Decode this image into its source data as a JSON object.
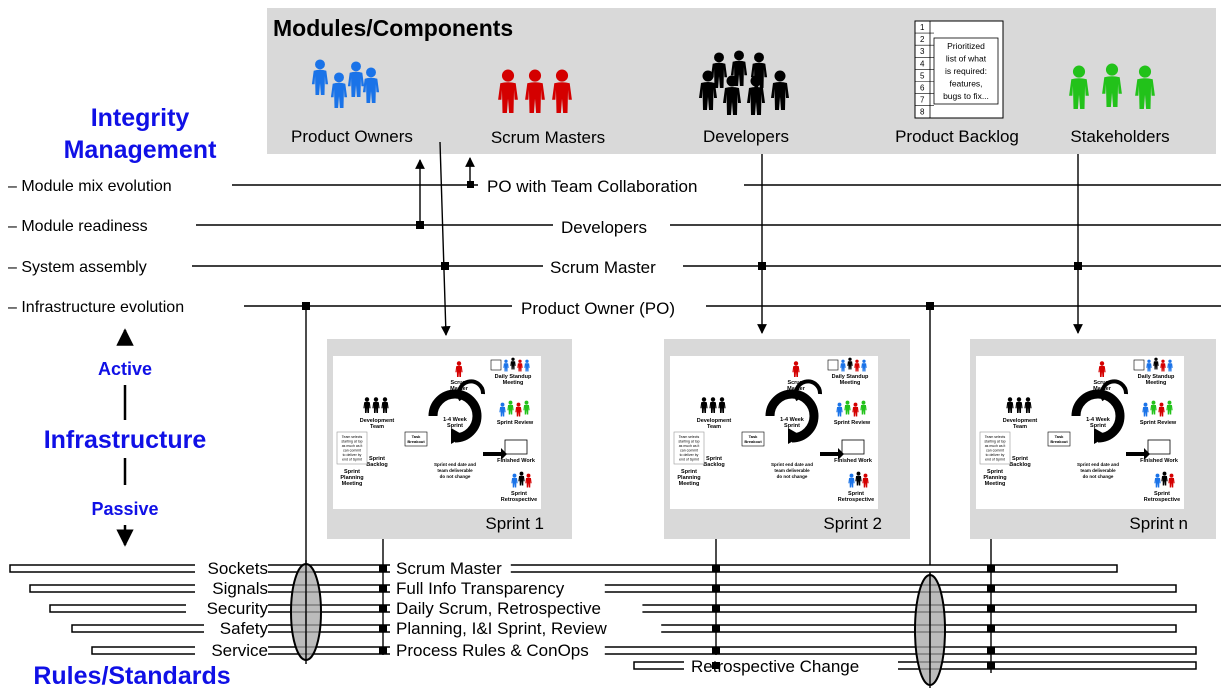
{
  "top_box": {
    "title": "Modules/Components",
    "roles": [
      {
        "label": "Product Owners",
        "color": "#1a73e8"
      },
      {
        "label": "Scrum Masters",
        "color": "#d40000"
      },
      {
        "label": "Developers",
        "color": "#000000"
      },
      {
        "label": "Product Backlog",
        "color": "#000000"
      },
      {
        "label": "Stakeholders",
        "color": "#22c21a"
      }
    ],
    "backlog_rows": [
      "1",
      "2",
      "3",
      "4",
      "5",
      "6",
      "7",
      "8"
    ],
    "backlog_note": [
      "Prioritized",
      "list of what",
      "is required:",
      "features,",
      "bugs to fix..."
    ]
  },
  "integrity": {
    "title_line1": "Integrity",
    "title_line2": "Management",
    "items": [
      "– Module mix evolution",
      "– Module readiness",
      "– System assembly",
      "– Infrastructure evolution"
    ],
    "line_labels": [
      "PO with Team Collaboration",
      "Developers",
      "Scrum Master",
      "Product Owner (PO)"
    ]
  },
  "infrastructure": {
    "active": "Active",
    "title": "Infrastructure",
    "passive": "Passive"
  },
  "sprints": [
    {
      "label": "Sprint 1"
    },
    {
      "label": "Sprint 2"
    },
    {
      "label": "Sprint n"
    }
  ],
  "sprint_diagram": {
    "dev_team": [
      "Development",
      "Team"
    ],
    "scrum_master": [
      "Scrum",
      "Master"
    ],
    "daily_standup": [
      "Daily Standup",
      "Meeting"
    ],
    "cycle": [
      "1-4 Week",
      "Sprint"
    ],
    "sprint_review": "Sprint Review",
    "task_breakout": [
      "Task",
      "Breakout"
    ],
    "sprint_backlog": [
      "Sprint",
      "Backlog"
    ],
    "finished_work": "Finished Work",
    "planning": [
      "Sprint",
      "Planning",
      "Meeting"
    ],
    "retrospective": [
      "Sprint",
      "Retrospective"
    ],
    "note_left": [
      "Team selects",
      "starting at top",
      "as much as it",
      "can commit",
      "to deliver by",
      "end of Sprint"
    ],
    "note_bottom": [
      "Sprint end date and",
      "team deliverable",
      "do not change"
    ]
  },
  "rules": {
    "title": "Rules/Standards",
    "left": [
      "Sockets",
      "Signals",
      "Security",
      "Safety",
      "Service"
    ],
    "right": [
      "Scrum Master",
      "Full Info Transparency",
      "Daily Scrum, Retrospective",
      "Planning, I&I Sprint, Review",
      "Process Rules & ConOps"
    ],
    "extra": "Retrospective Change"
  },
  "colors": {
    "blue_text": "#1010e6",
    "box_gray": "#d9d9d9",
    "blue_person": "#1a73e8",
    "red_person": "#d40000",
    "green_person": "#22c21a"
  }
}
